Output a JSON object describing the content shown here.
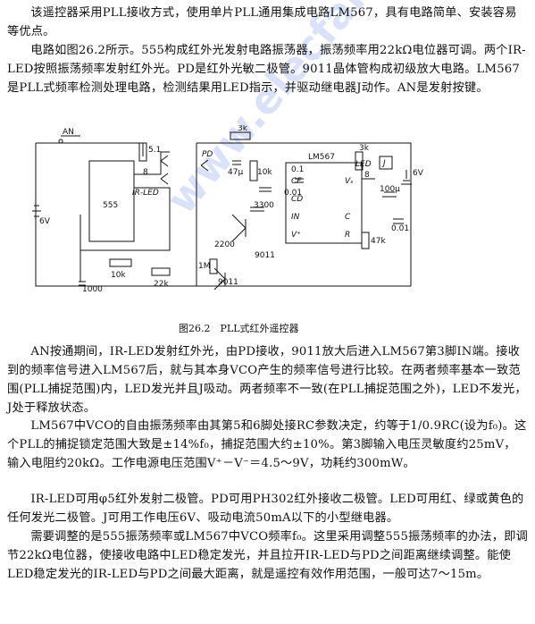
{
  "paragraphs": [
    "该遥控器采用PLL接收方式，使用单片PLL通用集成电路LM567，具有电路简单、安装容易等优点。",
    "电路如图26.2所示。555构成红外光发射电路振荡器，振荡频率用22kΩ电位器可调。两个IR-LED按照振荡频率发射红外光。PD是红外光敏二极管。9011晶体管构成初级放大电路。LM567是PLL式频率检测处理电路，检测结果用LED指示，并驱动继电器J动作。AN是发射按键。",
    "AN按通期间，IR-LED发射红外光，由PD接收，9011放大后进入LM567第3脚IN端。接收到的频率信号进入LM567后，就与其本身VCO产生的频率信号进行比较。在两者频率基本一致范围(PLL捕捉范围)内，LED发光并且J吸动。两者频率不一致(在PLL捕捉范围之外)，LED不发光，J处于释放状态。",
    "LM567中VCO的自由振荡频率由其第5和6脚处接RC参数决定，约等于1/0.9RC(设为f₀)。这个PLL的捕捉锁定范围大致是±14%f₀，捕捉范围大约±10%。第3脚输入电压灵敏度约25mV，输入电阻约20kΩ。工作电源电压范围V⁺－V⁻＝4.5～9V，功耗约300mW。",
    "IR-LED可用φ5红外发射二极管。PD可用PH302红外接收二极管。LED可用红、绿或黄色的任何发光二极管。J可用工作电压6V、吸动电流50mA以下的小型继电器。",
    "需要调整的是555振荡频率或LM567中VCO频率f₀。这里采用调整555振荡频率的办法，即调节22kΩ电位器，使接收电路中LED稳定发光，并且拉开IR-LED与PD之间距离继续调整。能使LED稳定发光的IR-LED与PD之间最大距离，就是遥控有效作用范围，一般可达7～15m。"
  ],
  "figure": {
    "caption": "图26.2　PLL式红外遥控器",
    "labels": {
      "an": "AN",
      "ic555": "555",
      "battery": "6V",
      "r51": "5.1",
      "irled": "IR-LED",
      "c1000": "1000",
      "r10k": "10k",
      "pot22k": "22k",
      "pd": "PD",
      "r3k": "3k",
      "c47u": "47μ",
      "r10k2": "10k",
      "r1m": "1M",
      "c2200": "2200",
      "q1": "9011",
      "q2": "9011",
      "c3300": "3300",
      "lm567": "LM567",
      "c01a": "0.1",
      "c001": "0.01",
      "pin_cf": "CF",
      "pin_cd": "CD",
      "pin_in": "IN",
      "pin_vplus": "V⁺",
      "pin_vs": "Vₛ",
      "pin_c": "C",
      "pin_r": "R",
      "r3k2": "3k",
      "led": "LED",
      "relay": "J",
      "c100u": "100μ",
      "battery2": "6V",
      "r47k": "47k",
      "c001b": "0.01",
      "pin8": "8",
      "pin8b": "8"
    }
  },
  "watermark": "www.elecfans.com"
}
